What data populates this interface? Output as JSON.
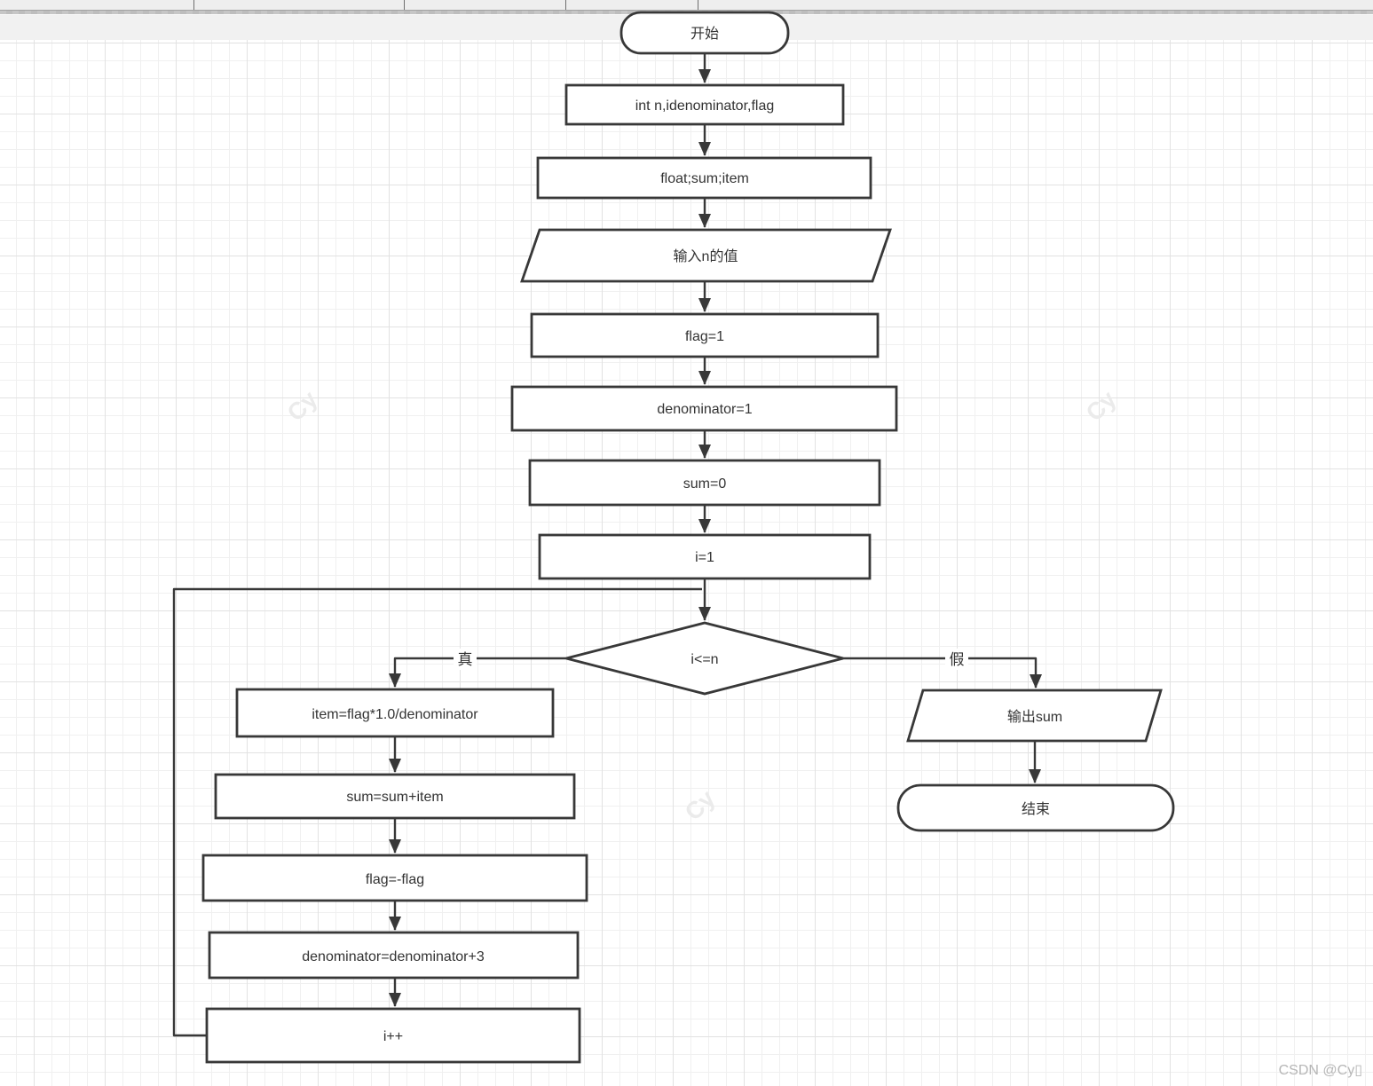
{
  "flowchart": {
    "nodes": [
      {
        "id": "start",
        "type": "terminator",
        "label": "开始"
      },
      {
        "id": "declare-int",
        "type": "process",
        "label": "int n,idenominator,flag"
      },
      {
        "id": "declare-float",
        "type": "process",
        "label": "float;sum;item"
      },
      {
        "id": "input-n",
        "type": "io",
        "label": "输入n的值"
      },
      {
        "id": "set-flag",
        "type": "process",
        "label": "flag=1"
      },
      {
        "id": "set-denominator",
        "type": "process",
        "label": "denominator=1"
      },
      {
        "id": "set-sum",
        "type": "process",
        "label": "sum=0"
      },
      {
        "id": "set-i",
        "type": "process",
        "label": "i=1"
      },
      {
        "id": "loop-condition",
        "type": "decision",
        "label": "i<=n"
      },
      {
        "id": "calc-item",
        "type": "process",
        "label": "item=flag*1.0/denominator"
      },
      {
        "id": "acc-sum",
        "type": "process",
        "label": "sum=sum+item"
      },
      {
        "id": "negate-flag",
        "type": "process",
        "label": "flag=-flag"
      },
      {
        "id": "inc-denominator",
        "type": "process",
        "label": "denominator=denominator+3"
      },
      {
        "id": "inc-i",
        "type": "process",
        "label": "i++"
      },
      {
        "id": "output-sum",
        "type": "io",
        "label": "输出sum"
      },
      {
        "id": "end",
        "type": "terminator",
        "label": "结束"
      }
    ],
    "branch_labels": {
      "true": "真",
      "false": "假"
    }
  },
  "watermark": {
    "corner": "CSDN @Cy▯",
    "tile": "Cy"
  },
  "colors": {
    "shape_stroke": "#383838",
    "shape_fill": "#ffffff",
    "text": "#333333",
    "canvas_bg": "#ffffff",
    "grid_minor": "#f0f0f0",
    "grid_major": "#e2e2e2",
    "chrome_bg": "#eeeeee",
    "margin_bg": "#f1f1f1",
    "scrollbar": "#c2c2c2",
    "watermark_corner": "#b6b6b6",
    "watermark_tile": "#ebebeb"
  }
}
